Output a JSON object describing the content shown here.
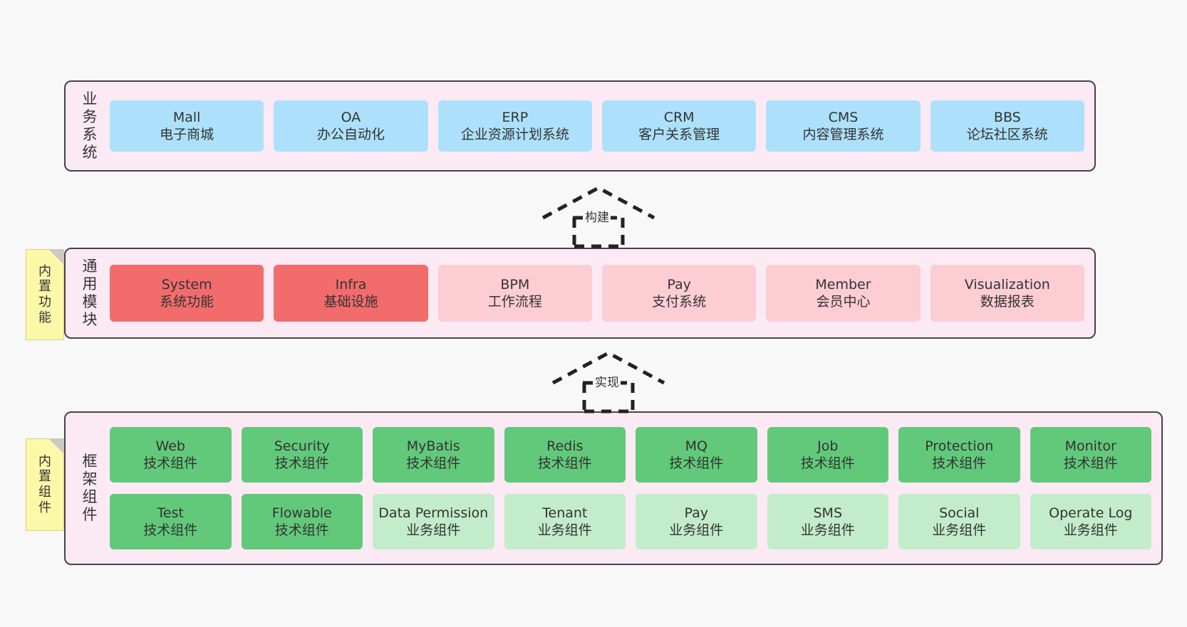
{
  "diagram": {
    "background_color": "#f8f8f8",
    "layer_fill": "#fbeaf4",
    "layer_border": "#4a4050",
    "note_fill": "#fbf8a8"
  },
  "notes": [
    {
      "id": "builtin-function",
      "text": "内置功能"
    },
    {
      "id": "builtin-component",
      "text": "内置组件"
    }
  ],
  "arrows": [
    {
      "id": "build",
      "label": "构建",
      "style": "dashed-generalization",
      "direction": "up"
    },
    {
      "id": "realize",
      "label": "实现",
      "style": "dashed-generalization",
      "direction": "up"
    }
  ],
  "layers": [
    {
      "id": "business-system",
      "title": "业务系统",
      "rows": [
        {
          "cards": [
            {
              "en": "Mall",
              "cn": "电子商城",
              "color": "#ade1fb",
              "style": "c-blue"
            },
            {
              "en": "OA",
              "cn": "办公自动化",
              "color": "#ade1fb",
              "style": "c-blue"
            },
            {
              "en": "ERP",
              "cn": "企业资源计划系统",
              "color": "#ade1fb",
              "style": "c-blue"
            },
            {
              "en": "CRM",
              "cn": "客户关系管理",
              "color": "#ade1fb",
              "style": "c-blue"
            },
            {
              "en": "CMS",
              "cn": "内容管理系统",
              "color": "#ade1fb",
              "style": "c-blue"
            },
            {
              "en": "BBS",
              "cn": "论坛社区系统",
              "color": "#ade1fb",
              "style": "c-blue"
            }
          ]
        }
      ]
    },
    {
      "id": "common-module",
      "title": "通用模块",
      "rows": [
        {
          "cards": [
            {
              "en": "System",
              "cn": "系统功能",
              "color": "#f26c6c",
              "style": "c-red-strong"
            },
            {
              "en": "Infra",
              "cn": "基础设施",
              "color": "#f26c6c",
              "style": "c-red-strong"
            },
            {
              "en": "BPM",
              "cn": "工作流程",
              "color": "#fccdd3",
              "style": "c-red-light"
            },
            {
              "en": "Pay",
              "cn": "支付系统",
              "color": "#fccdd3",
              "style": "c-red-light"
            },
            {
              "en": "Member",
              "cn": "会员中心",
              "color": "#fccdd3",
              "style": "c-red-light"
            },
            {
              "en": "Visualization",
              "cn": "数据报表",
              "color": "#fccdd3",
              "style": "c-red-light"
            }
          ]
        }
      ]
    },
    {
      "id": "framework-component",
      "title": "框架组件",
      "rows": [
        {
          "cards": [
            {
              "en": "Web",
              "cn": "技术组件",
              "color": "#62c97b",
              "style": "c-green-strong"
            },
            {
              "en": "Security",
              "cn": "技术组件",
              "color": "#62c97b",
              "style": "c-green-strong"
            },
            {
              "en": "MyBatis",
              "cn": "技术组件",
              "color": "#62c97b",
              "style": "c-green-strong"
            },
            {
              "en": "Redis",
              "cn": "技术组件",
              "color": "#62c97b",
              "style": "c-green-strong"
            },
            {
              "en": "MQ",
              "cn": "技术组件",
              "color": "#62c97b",
              "style": "c-green-strong"
            },
            {
              "en": "Job",
              "cn": "技术组件",
              "color": "#62c97b",
              "style": "c-green-strong"
            },
            {
              "en": "Protection",
              "cn": "技术组件",
              "color": "#62c97b",
              "style": "c-green-strong"
            },
            {
              "en": "Monitor",
              "cn": "技术组件",
              "color": "#62c97b",
              "style": "c-green-strong"
            }
          ]
        },
        {
          "cards": [
            {
              "en": "Test",
              "cn": "技术组件",
              "color": "#62c97b",
              "style": "c-green-strong"
            },
            {
              "en": "Flowable",
              "cn": "技术组件",
              "color": "#62c97b",
              "style": "c-green-strong"
            },
            {
              "en": "Data Permission",
              "cn": "业务组件",
              "color": "#c3ecca",
              "style": "c-green-light"
            },
            {
              "en": "Tenant",
              "cn": "业务组件",
              "color": "#c3ecca",
              "style": "c-green-light"
            },
            {
              "en": "Pay",
              "cn": "业务组件",
              "color": "#c3ecca",
              "style": "c-green-light"
            },
            {
              "en": "SMS",
              "cn": "业务组件",
              "color": "#c3ecca",
              "style": "c-green-light"
            },
            {
              "en": "Social",
              "cn": "业务组件",
              "color": "#c3ecca",
              "style": "c-green-light"
            },
            {
              "en": "Operate Log",
              "cn": "业务组件",
              "color": "#c3ecca",
              "style": "c-green-light"
            }
          ]
        }
      ]
    }
  ]
}
